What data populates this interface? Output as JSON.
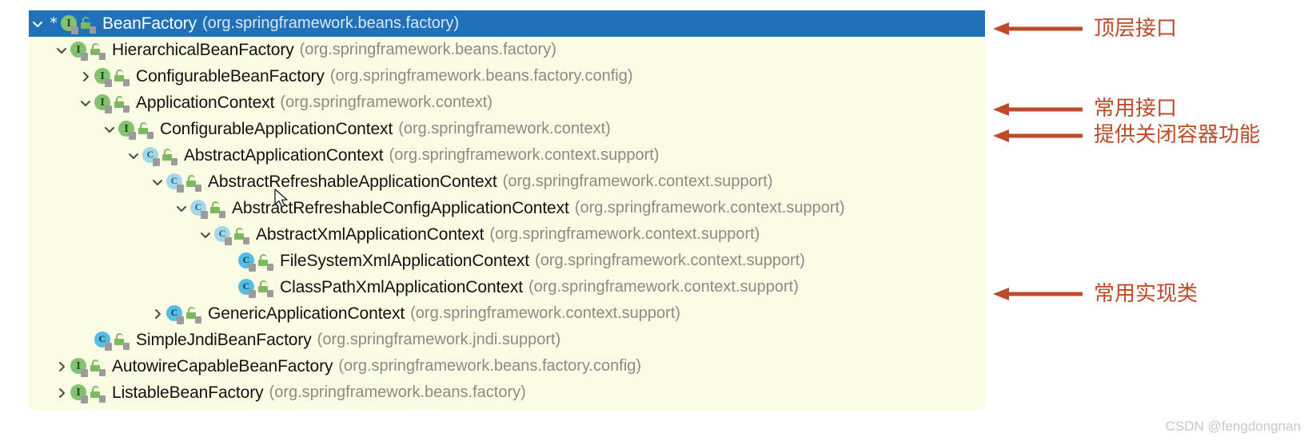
{
  "panel": {
    "background_color": "#fcfce4",
    "selection_color": "#2071b8"
  },
  "tree": {
    "rows": [
      {
        "indent": 0,
        "twisty": "chevron-down",
        "star": "*",
        "icon": "interface-icon",
        "icon_letter": "I",
        "lock": "public-unlocked-icon",
        "name": "BeanFactory",
        "package": "(org.springframework.beans.factory)",
        "selected": true
      },
      {
        "indent": 1,
        "twisty": "chevron-down",
        "star": "",
        "icon": "interface-icon",
        "icon_letter": "I",
        "lock": "public-unlocked-icon",
        "name": "HierarchicalBeanFactory",
        "package": "(org.springframework.beans.factory)",
        "selected": false
      },
      {
        "indent": 2,
        "twisty": "chevron-right",
        "star": "",
        "icon": "interface-icon",
        "icon_letter": "I",
        "lock": "public-unlocked-icon",
        "name": "ConfigurableBeanFactory",
        "package": "(org.springframework.beans.factory.config)",
        "selected": false
      },
      {
        "indent": 2,
        "twisty": "chevron-down",
        "star": "",
        "icon": "interface-icon",
        "icon_letter": "I",
        "lock": "public-unlocked-icon",
        "name": "ApplicationContext",
        "package": "(org.springframework.context)",
        "selected": false
      },
      {
        "indent": 3,
        "twisty": "chevron-down",
        "star": "",
        "icon": "interface-icon",
        "icon_letter": "I",
        "lock": "public-unlocked-icon",
        "name": "ConfigurableApplicationContext",
        "package": "(org.springframework.context)",
        "selected": false
      },
      {
        "indent": 4,
        "twisty": "chevron-down",
        "star": "",
        "icon": "abstract-class-icon",
        "icon_letter": "C",
        "lock": "public-unlocked-icon",
        "name": "AbstractApplicationContext",
        "package": "(org.springframework.context.support)",
        "selected": false
      },
      {
        "indent": 5,
        "twisty": "chevron-down",
        "star": "",
        "icon": "abstract-class-icon",
        "icon_letter": "C",
        "lock": "public-unlocked-icon",
        "name": "AbstractRefreshableApplicationContext",
        "package": "(org.springframework.context.support)",
        "selected": false
      },
      {
        "indent": 6,
        "twisty": "chevron-down",
        "star": "",
        "icon": "abstract-class-icon",
        "icon_letter": "C",
        "lock": "public-unlocked-icon",
        "name": "AbstractRefreshableConfigApplicationContext",
        "package": "(org.springframework.context.support)",
        "selected": false
      },
      {
        "indent": 7,
        "twisty": "chevron-down",
        "star": "",
        "icon": "abstract-class-icon",
        "icon_letter": "C",
        "lock": "public-unlocked-icon",
        "name": "AbstractXmlApplicationContext",
        "package": "(org.springframework.context.support)",
        "selected": false
      },
      {
        "indent": 8,
        "twisty": "none",
        "star": "",
        "icon": "class-icon",
        "icon_letter": "C",
        "lock": "public-unlocked-icon",
        "name": "FileSystemXmlApplicationContext",
        "package": "(org.springframework.context.support)",
        "selected": false
      },
      {
        "indent": 8,
        "twisty": "none",
        "star": "",
        "icon": "class-icon",
        "icon_letter": "C",
        "lock": "public-unlocked-icon",
        "name": "ClassPathXmlApplicationContext",
        "package": "(org.springframework.context.support)",
        "selected": false
      },
      {
        "indent": 5,
        "twisty": "chevron-right",
        "star": "",
        "icon": "class-icon",
        "icon_letter": "C",
        "lock": "public-unlocked-icon",
        "name": "GenericApplicationContext",
        "package": "(org.springframework.context.support)",
        "selected": false
      },
      {
        "indent": 2,
        "twisty": "none",
        "star": "",
        "icon": "class-icon",
        "icon_letter": "C",
        "lock": "public-unlocked-icon",
        "name": "SimpleJndiBeanFactory",
        "package": "(org.springframework.jndi.support)",
        "selected": false
      },
      {
        "indent": 1,
        "twisty": "chevron-right",
        "star": "",
        "icon": "interface-icon",
        "icon_letter": "I",
        "lock": "public-unlocked-icon",
        "name": "AutowireCapableBeanFactory",
        "package": "(org.springframework.beans.factory.config)",
        "selected": false
      },
      {
        "indent": 1,
        "twisty": "chevron-right",
        "star": "",
        "icon": "interface-icon",
        "icon_letter": "I",
        "lock": "public-unlocked-icon",
        "name": "ListableBeanFactory",
        "package": "(org.springframework.beans.factory)",
        "selected": false
      }
    ]
  },
  "annotations": {
    "color": "#bd4b2a",
    "items": [
      {
        "label": "顶层接口"
      },
      {
        "label": "常用接口"
      },
      {
        "label": "提供关闭容器功能"
      },
      {
        "label": "常用实现类"
      }
    ]
  },
  "watermark": {
    "text": "CSDN @fengdongnan"
  }
}
